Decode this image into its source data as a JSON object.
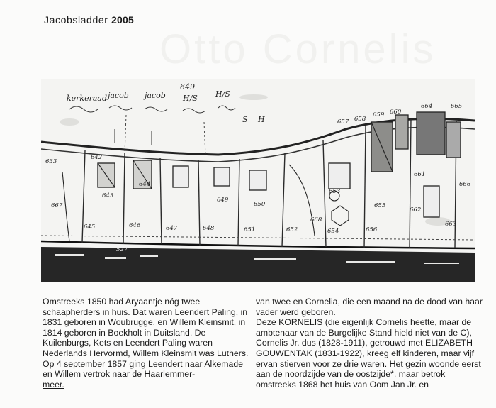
{
  "header": {
    "magazine": "Jacobsladder",
    "year": "2005"
  },
  "watermark": "Otto Cornelis",
  "map": {
    "header_labels": [
      "kerkeraad",
      "jacob",
      "jacob",
      "H/S",
      "H/S",
      "S",
      "H",
      "649"
    ],
    "parcel_numbers": [
      "633",
      "642",
      "643",
      "644",
      "645",
      "646",
      "647",
      "648",
      "649",
      "650",
      "651",
      "652",
      "653",
      "654",
      "655",
      "656",
      "657",
      "658",
      "659",
      "660",
      "661",
      "662",
      "663",
      "664",
      "665",
      "666",
      "667",
      "668",
      "527"
    ]
  },
  "article": {
    "left_paragraphs": [
      "Omstreeks 1850 had Aryaantje nóg twee schaapherders in huis. Dat waren Leendert Paling, in 1831 geboren in Woubrugge, en Willem Kleinsmit, in 1814 geboren in Boekholt in Duitsland. De Kuilenburgs, Kets en Leendert Paling waren Nederlands Hervormd, Willem Kleinsmit was Luthers.",
      "Op 4 september 1857 ging Leendert naar Alkemade en Willem vertrok naar de Haarlemmer-"
    ],
    "left_last": "meer.",
    "right_paragraphs": [
      "van twee en Cornelia, die een maand na de dood van haar vader werd geboren.",
      "Deze KORNELIS (die eigenlijk Cornelis heette, maar de ambtenaar van de Burgelijke Stand hield niet van de C), Cornelis Jr. dus (1828-1911), getrouwd met ELIZABETH GOUWENTAK (1831-1922), kreeg elf kinderen, maar vijf ervan stierven voor ze drie waren. Het gezin woonde eerst aan de noordzijde van de oostzijde*, maar betrok omstreeks 1868 het huis van Oom Jan Jr. en"
    ]
  }
}
